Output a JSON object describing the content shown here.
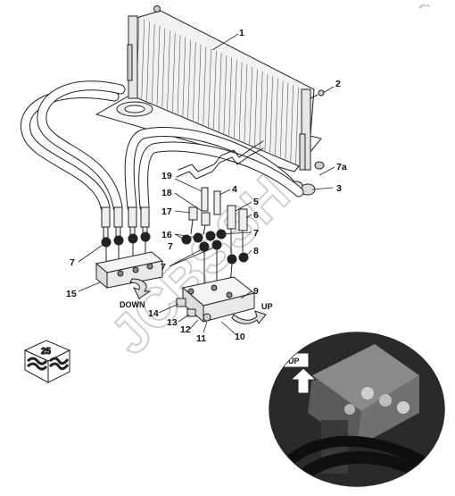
{
  "diagram": {
    "page_tag": "a**-*ⁿ",
    "callouts": [
      "1",
      "2",
      "7a",
      "3",
      "4",
      "5",
      "6",
      "19",
      "18",
      "17",
      "16",
      "7",
      "7",
      "8",
      "7",
      "7",
      "9",
      "15",
      "14",
      "13",
      "12",
      "11",
      "10"
    ],
    "arrows": {
      "down": "DOWN",
      "up": "UP",
      "inset_up": "UP"
    },
    "badge_number": "25",
    "watermark": "JCBSSH"
  }
}
